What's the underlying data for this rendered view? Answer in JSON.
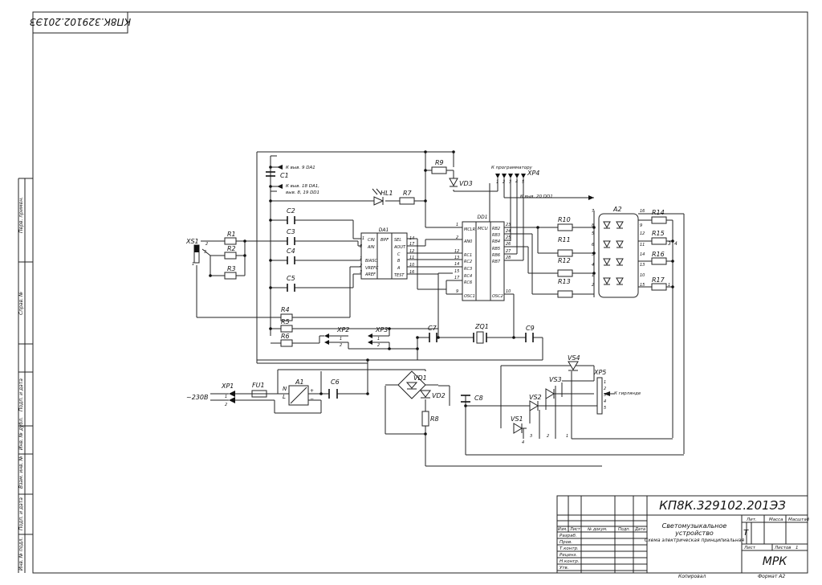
{
  "stamp_mirrored": "КП8К.329102.201ЭЗ",
  "left_strip": [
    "Перв. примен.",
    "Справ. №",
    "Подп. и дата",
    "Инв. № дубл.",
    "Взам. инв. №",
    "Подп. и дата",
    "Инв. № подл."
  ],
  "notes": {
    "vyv9": "К выв. 9 DA1",
    "vyv18": "К выв. 18 DA1,",
    "vyv8": "выв. 8, 19 DD1",
    "prog": "К программатору",
    "vyv20": "К выв. 20 DD1",
    "girl": "К гирлянде",
    "mains": "~230В"
  },
  "components": {
    "XS1": "XS1",
    "R1": "R1",
    "R2": "R2",
    "R3": "R3",
    "R4": "R4",
    "R5": "R5",
    "R6": "R6",
    "C1": "C1",
    "C2": "C2",
    "C3": "C3",
    "C4": "C4",
    "C5": "C5",
    "C6": "C6",
    "C7": "C7",
    "C8": "C8",
    "C9": "C9",
    "DA1": "DA1",
    "DD1": "DD1",
    "HL1": "HL1",
    "R7": "R7",
    "R8": "R8",
    "R9": "R9",
    "VD3": "VD3",
    "XP4": "XP4",
    "R10": "R10",
    "R11": "R11",
    "R12": "R12",
    "R13": "R13",
    "R14": "R14",
    "R15": "R15",
    "R16": "R16",
    "R17": "R17",
    "A2": "A2",
    "XP2": "XP2",
    "XP3": "XP3",
    "ZQ1": "ZQ1",
    "XP1": "XP1",
    "FU1": "FU1",
    "A1": "A1",
    "VD1": "VD1",
    "VD2": "VD2",
    "VS1": "VS1",
    "VS2": "VS2",
    "VS3": "VS3",
    "VS4": "VS4",
    "XP5": "XP5"
  },
  "da1_pins_left": [
    "CIN",
    "AIN",
    "BIASC",
    "VREFC",
    "AREF"
  ],
  "da1_pins_right": [
    "SEL",
    "AOUT",
    "C",
    "B",
    "A",
    "TEST"
  ],
  "da1_bpf": "BPF",
  "dd1_left": [
    "MCLR",
    "AN0",
    "RC1",
    "RC2",
    "RC3",
    "RC4",
    "RC6",
    "OSC1"
  ],
  "dd1_right": [
    "RB2",
    "RB3",
    "RB4",
    "RB5",
    "RB6",
    "RB7",
    "OSC2"
  ],
  "dd1_mcu": "MCU",
  "title_block": {
    "doc_number": "КП8К.329102.201ЭЗ",
    "title_line1": "Светомузыкальное",
    "title_line2": "устройство",
    "title_line3": "Схема электрическая принципиальная",
    "col_izm": "Изм.",
    "col_list": "Лист",
    "col_doc": "№ докум.",
    "col_sign": "Подп.",
    "col_date": "Дата",
    "rows": [
      "Разраб.",
      "Пров.",
      "Т.контр.",
      "Реценз.",
      "Н.контр.",
      "Утв."
    ],
    "lit": "Лит.",
    "massa": "Масса",
    "masshtab": "Масштаб",
    "lit_value": "Т",
    "list": "Лист",
    "listov": "Листов",
    "listov_value": "1",
    "org": "МРК"
  },
  "footer": {
    "kopiroval": "Копировал",
    "format": "Формат A2"
  }
}
